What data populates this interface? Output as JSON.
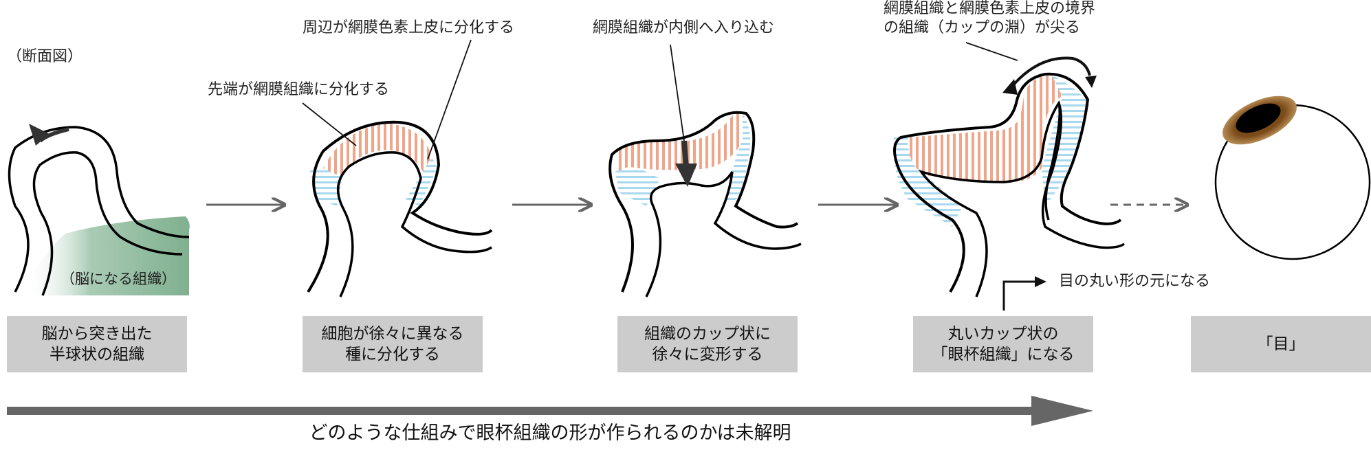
{
  "labels": {
    "section_view": "（断面図）",
    "brain_tissue": "（脳になる組織）",
    "tip_differentiates": "先端が網膜組織に分化する",
    "periphery_differentiates": "周辺が網膜色素上皮に分化する",
    "retina_folds_in": "網膜組織が内側へ入り込む",
    "boundary_sharpens_line1": "網膜組織と網膜色素上皮の境界",
    "boundary_sharpens_line2": "の組織（カップの淵）が尖る",
    "round_shape_origin": "目の丸い形の元になる"
  },
  "stages": [
    {
      "line1": "脳から突き出た",
      "line2": "半球状の組織"
    },
    {
      "line1": "細胞が徐々に異なる",
      "line2": "種に分化する"
    },
    {
      "line1": "組織のカップ状に",
      "line2": "徐々に変形する"
    },
    {
      "line1": "丸いカップ状の",
      "line2": "「眼杯組織」になる"
    },
    {
      "line1": "「目」",
      "line2": ""
    }
  ],
  "timeline_caption": "どのような仕組みで眼杯組織の形が作られるのかは未解明",
  "colors": {
    "retina": "#f0a488",
    "pigment_epithelium": "#a8d8ee",
    "brain_tissue": "#7fb08f",
    "stage_box": "#cccccc",
    "arrow": "#666666",
    "iris": "#a8702c"
  }
}
